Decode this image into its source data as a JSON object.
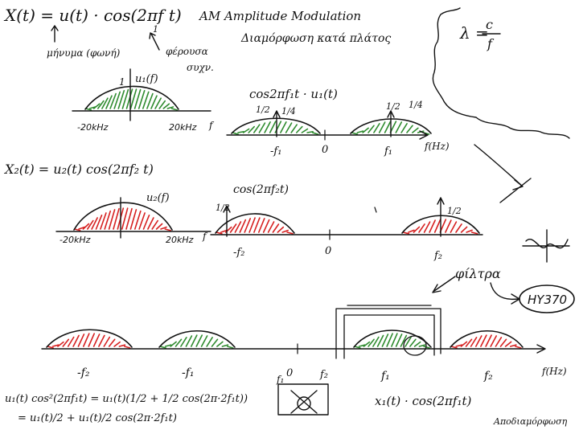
{
  "colors": {
    "ink": "#111111",
    "green": "#2e8b2e",
    "red": "#d62020"
  },
  "header": {
    "signal_eq": "X(t) = u(t) · cos(2πf t)",
    "subscript_1": "1",
    "title_en": "AM   Amplitude Modulation",
    "title_gr": "Διαμόρφωση κατά πλάτος",
    "note_message": "μήνυμα (φωνή)",
    "note_carrier_1": "φέρουσα",
    "note_carrier_2": "συχν."
  },
  "wavelength": {
    "lhs": "λ =",
    "num": "c",
    "den": "f"
  },
  "panel1": {
    "spectrum_label": "u₁(f)",
    "peak": "1",
    "left_edge": "-20kHz",
    "right_edge": "20kHz",
    "f_axis": "f",
    "product_label": "cos2πf₁t · u₁(t)",
    "half_left": "1/2",
    "quarter": "1/4",
    "half_right": "1/2",
    "quarter_right": "1/4",
    "neg_f": "-f₁",
    "zero": "0",
    "pos_f": "f₁",
    "f_hz": "f(Hz)"
  },
  "panel2": {
    "signal_eq": "X₂(t) = u₂(t) cos(2πf₂ t)",
    "spectrum_label": "u₂(f)",
    "left_edge": "-20kHz",
    "right_edge": "20kHz",
    "f_axis": "f",
    "carrier_label": "cos(2πf₂t)",
    "half_left": "1/2",
    "half_right": "1/2",
    "neg_f": "-f₂",
    "zero": "0",
    "pos_f": "f₂"
  },
  "filters": {
    "label": "φίλτρα",
    "course": "HY370"
  },
  "panel3": {
    "neg_f2": "-f₂",
    "neg_f1": "-f₁",
    "zero": "0",
    "pos_f1": "f₁",
    "pos_f2": "f₂",
    "f_hz": "f(Hz)",
    "demod_line1": "u₁(t) cos²(2πf₁t) = u₁(t)(1/2 + 1/2 cos(2π·2f₁t))",
    "demod_line2": "= u₁(t)/2 + u₁(t)/2 cos(2π·2f₁t)",
    "box_f1": "f₁",
    "box_f2": "f₂",
    "x1_eq": "x₁(t) · cos(2πf₁t)",
    "demod_word": "Αποδιαμόρφωση"
  }
}
